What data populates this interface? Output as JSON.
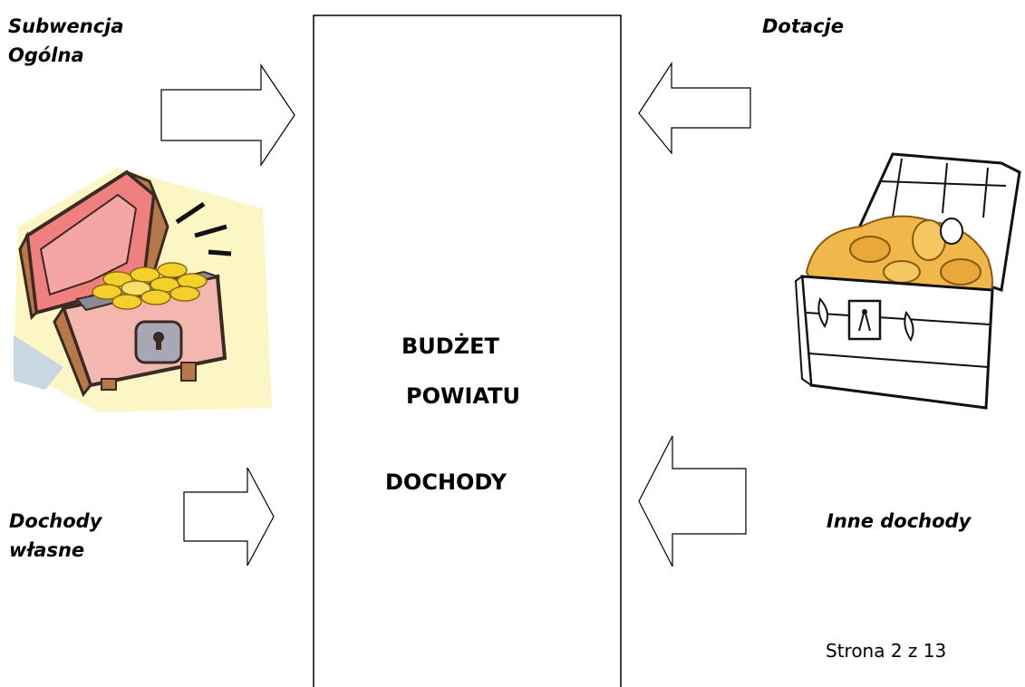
{
  "labels": {
    "subwencja_line1": "Subwencja",
    "subwencja_line2": "Ogólna",
    "dotacje": "Dotacje",
    "dochody_wlasne_line1": "Dochody",
    "dochody_wlasne_line2": "własne",
    "inne_dochody": "Inne dochody"
  },
  "center_box": {
    "line1": "BUDŻET",
    "line2": "POWIATU",
    "line3": "DOCHODY"
  },
  "footer": {
    "page_indicator": "Strona 2 z 13"
  },
  "icons": {
    "left_chest": "treasure-chest-gold-coins-icon",
    "right_chest": "treasure-chest-gold-vases-icon"
  }
}
